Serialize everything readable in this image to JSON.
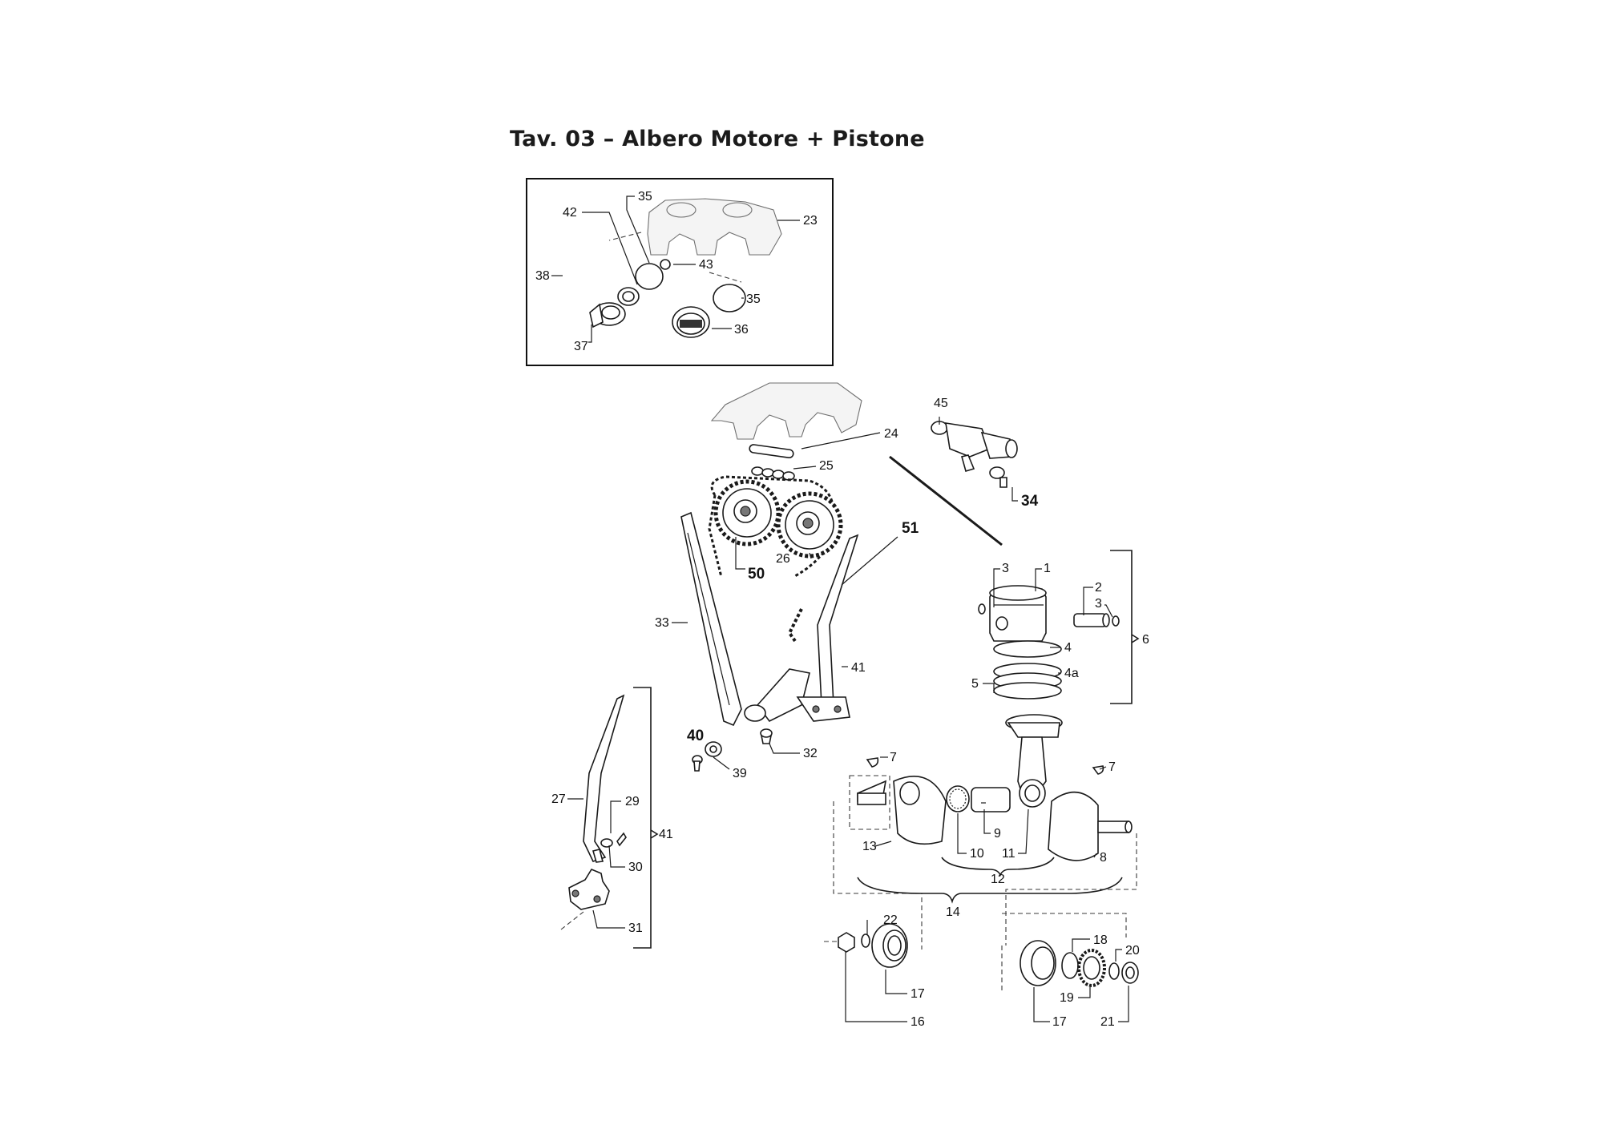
{
  "title": "Tav. 03 – Albero Motore + Pistone",
  "inset_labels": {
    "l42": "42",
    "l35a": "35",
    "l23": "23",
    "l43": "43",
    "l38": "38",
    "l35b": "35",
    "l36": "36",
    "l37": "37"
  },
  "main_labels": {
    "l45": "45",
    "l24": "24",
    "l25": "25",
    "l34": "34",
    "l51": "51",
    "l26": "26",
    "l50": "50",
    "l33": "33",
    "l41a": "41",
    "l40": "40",
    "l32": "32",
    "l39": "39",
    "l3a": "3",
    "l1": "1",
    "l2": "2",
    "l3b": "3",
    "l6": "6",
    "l4": "4",
    "l5": "5",
    "l4a": "4a",
    "l7a": "7",
    "l7b": "7",
    "l27": "27",
    "l29": "29",
    "l41b": "41",
    "l30": "30",
    "l31": "31",
    "l9": "9",
    "l13": "13",
    "l10": "10",
    "l11": "11",
    "l8": "8",
    "l12": "12",
    "l14": "14",
    "l22": "22",
    "l18": "18",
    "l20": "20",
    "l17a": "17",
    "l19": "19",
    "l16": "16",
    "l17b": "17",
    "l21": "21"
  },
  "icons": [
    "camshaft-cover-icon",
    "sprocket-icon",
    "chain-tensioner-icon",
    "piston-icon",
    "connecting-rod-icon",
    "crankshaft-icon",
    "bearing-icon",
    "chain-guide-icon"
  ]
}
